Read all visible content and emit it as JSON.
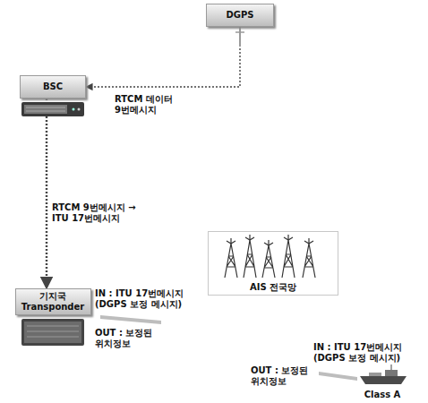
{
  "diagram": {
    "nodes": [
      {
        "text": [
          "DGPS"
        ]
      },
      {
        "text": [
          "BSC"
        ]
      },
      {
        "text": [
          "기지국 Transponder"
        ]
      },
      {
        "text": [
          "AIS 전국망"
        ]
      },
      {
        "text": [
          "Class A"
        ]
      }
    ],
    "edges": [
      {
        "from": 0,
        "to": 1,
        "arrow": "to",
        "label": "RTCM 데이터 9번메시지"
      },
      {
        "from": 1,
        "to": 2,
        "arrow": "to",
        "label": "RTCM 9번메시지 → ITU 17번메시지"
      }
    ],
    "labels": [
      "IN : ITU 17번메시지 (DGPS 보정 메시지)",
      "OUT : 보정된 위치정보",
      "IN : ITU 17번메시지 (DGPS 보정 메시지)",
      "OUT : 보정된 위치정보"
    ]
  }
}
